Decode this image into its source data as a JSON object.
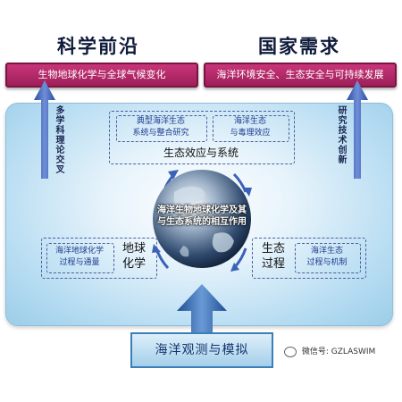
{
  "headings": {
    "left": "科学前沿",
    "right": "国家需求"
  },
  "top_bars": {
    "left": "生物地球化学与全球气候变化",
    "right": "海洋环境安全、生态安全与可持续发展"
  },
  "side_labels": {
    "left": "多学科理论交叉",
    "right": "研究技术创新"
  },
  "top_section": {
    "item_left": [
      "典型海洋生态",
      "系统与整合研究"
    ],
    "item_right": [
      "海洋生态",
      "与毒理效应"
    ],
    "title": "生态效应与系统"
  },
  "left_section": {
    "item": [
      "海洋地球化学",
      "过程与通量"
    ],
    "title": [
      "地球",
      "化学"
    ]
  },
  "right_section": {
    "title": [
      "生态",
      "过程"
    ],
    "item": [
      "海洋生态",
      "过程与机制"
    ]
  },
  "center": {
    "text": [
      "海洋生物地球化学及其",
      "与生态系统的相互作用"
    ]
  },
  "bottom_box": "海洋观测与模拟",
  "watermark": "微信号: GZLASWIM",
  "colors": {
    "top_bar": "#b02a66",
    "panel": "#b6dcf2",
    "dash": "#4a5fa0",
    "bar_arrow": "#3b5db5",
    "bottom_arrow": "#2f6ab3"
  }
}
